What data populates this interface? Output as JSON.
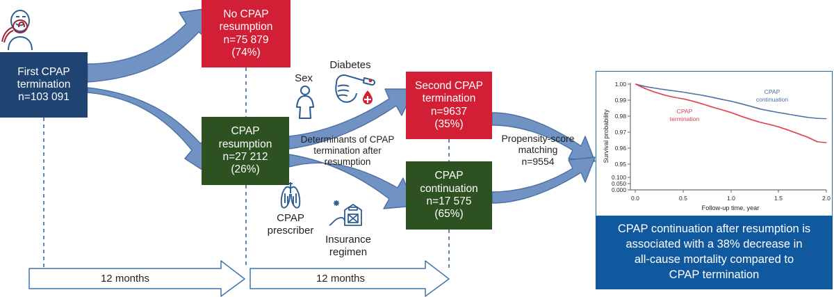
{
  "title": "CPAP termination and resumption flow diagram",
  "flow": {
    "first_termination": {
      "line1": "First CPAP",
      "line2": "termination",
      "line3": "n=103 091",
      "color": "#1f4471"
    },
    "no_resumption": {
      "line1": "No CPAP",
      "line2": "resumption",
      "line3": "n=75 879",
      "line4": "(74%)",
      "color": "#d31f35"
    },
    "resumption": {
      "line1": "CPAP",
      "line2": "resumption",
      "line3": "n=27 212",
      "line4": "(26%)",
      "color": "#2e5122"
    },
    "second_termination": {
      "line1": "Second CPAP",
      "line2": "termination",
      "line3": "n=9637",
      "line4": "(35%)",
      "color": "#d31f35"
    },
    "continuation": {
      "line1": "CPAP",
      "line2": "continuation",
      "line3": "n=17 575",
      "line4": "(65%)",
      "color": "#2e5122"
    }
  },
  "determinants": {
    "caption_line1": "Determinants of CPAP",
    "caption_line2": "termination after",
    "caption_line3": "resumption",
    "sex": "Sex",
    "diabetes": "Diabetes",
    "prescriber_line1": "CPAP",
    "prescriber_line2": "prescriber",
    "insurance_line1": "Insurance",
    "insurance_line2": "regimen"
  },
  "matching": {
    "line1": "Propensity-score",
    "line2": "matching",
    "line3": "n=9554"
  },
  "timeline": {
    "segment1": "12 months",
    "segment2": "12 months"
  },
  "conclusion": {
    "line1": "CPAP continuation after resumption is",
    "line2": "associated with a 38% decrease in",
    "line3": "all-cause mortality compared to",
    "line4": "CPAP termination",
    "bg_color": "#10599e"
  },
  "chart_data": {
    "type": "line",
    "title": "",
    "xlabel": "Follow-up time, year",
    "ylabel": "Survival probability",
    "xlim": [
      0.0,
      2.0
    ],
    "xticks": [
      "0.0",
      "0.5",
      "1.0",
      "1.5",
      "2.0"
    ],
    "yticks": [
      "1.00",
      "0.99",
      "0.98",
      "0.97",
      "0.96",
      "0.95",
      "0.100",
      "0.050",
      "0.000"
    ],
    "y_axis_break": true,
    "grid": false,
    "legend_position": "inline-annotations",
    "series": [
      {
        "name": "CPAP continuation",
        "color": "#4a6fa5",
        "label_line1": "CPAP",
        "label_line2": "continuation",
        "x": [
          0.0,
          0.1,
          0.2,
          0.3,
          0.4,
          0.5,
          0.6,
          0.7,
          0.8,
          0.9,
          1.0,
          1.1,
          1.2,
          1.3,
          1.4,
          1.5,
          1.6,
          1.7,
          1.8,
          1.9,
          2.0
        ],
        "y": [
          1.0,
          0.9985,
          0.9975,
          0.9966,
          0.9958,
          0.995,
          0.994,
          0.993,
          0.9918,
          0.9905,
          0.9893,
          0.9878,
          0.9862,
          0.9845,
          0.9833,
          0.9822,
          0.9812,
          0.9802,
          0.9792,
          0.9786,
          0.9784
        ]
      },
      {
        "name": "CPAP termination",
        "color": "#e0404f",
        "label_line1": "CPAP",
        "label_line2": "termination",
        "x": [
          0.0,
          0.1,
          0.2,
          0.3,
          0.4,
          0.5,
          0.6,
          0.7,
          0.8,
          0.9,
          1.0,
          1.1,
          1.2,
          1.3,
          1.4,
          1.5,
          1.6,
          1.7,
          1.8,
          1.9,
          2.0
        ],
        "y": [
          1.0,
          0.9972,
          0.995,
          0.9932,
          0.9918,
          0.9908,
          0.9893,
          0.9876,
          0.9857,
          0.984,
          0.9822,
          0.98,
          0.978,
          0.9762,
          0.9748,
          0.9732,
          0.9712,
          0.969,
          0.9668,
          0.964,
          0.9634
        ]
      }
    ]
  }
}
